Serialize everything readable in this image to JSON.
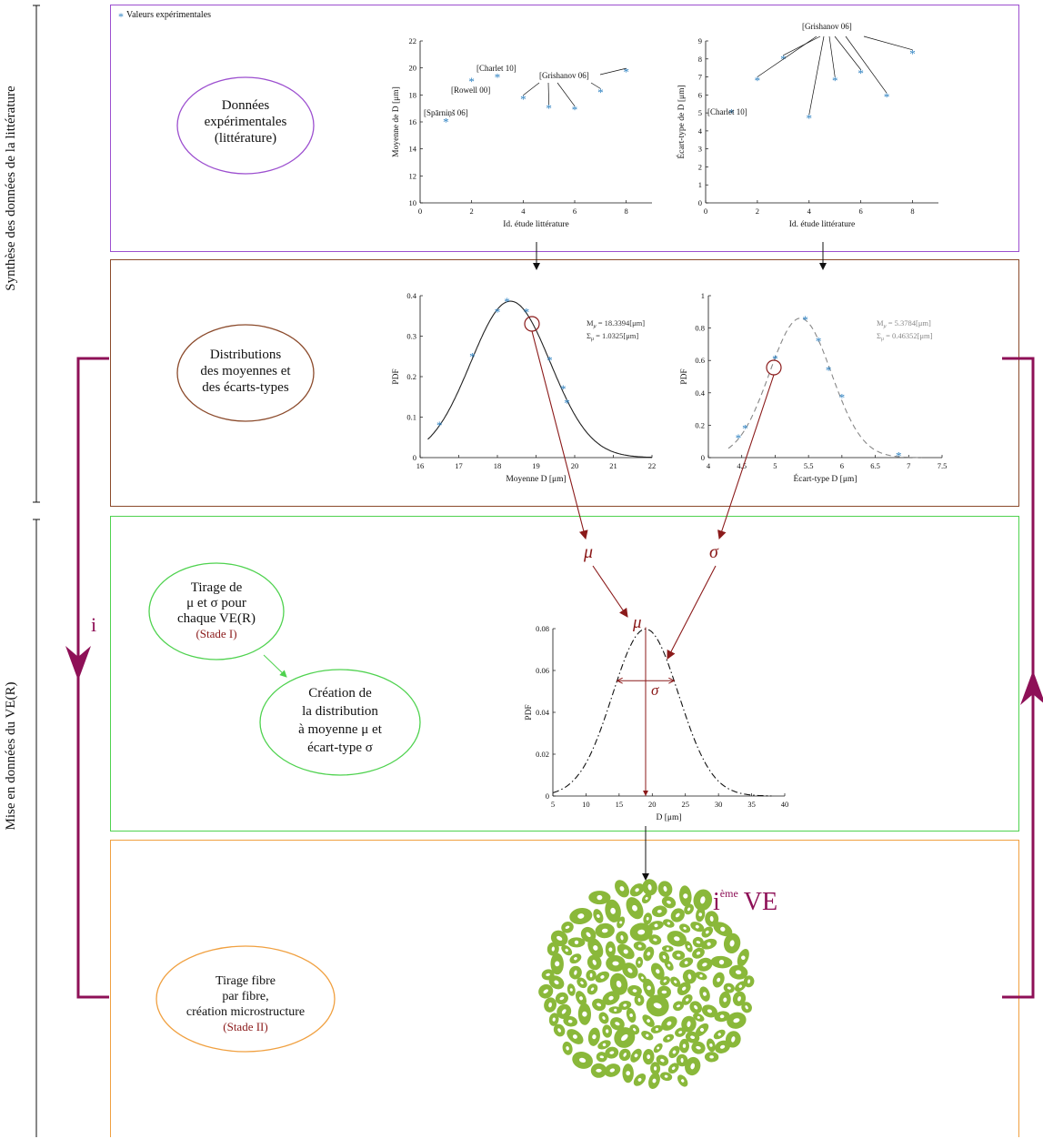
{
  "side_labels": {
    "synthesis": "Synthèse des données de la littérature",
    "setup": "Mise en données du VE(R)"
  },
  "loop_label": "i",
  "ellipses": {
    "exp_data": [
      "Données",
      "expérimentales",
      "(littérature)"
    ],
    "distributions": [
      "Distributions",
      "des moyennes et",
      "des écarts-types"
    ],
    "draw": {
      "lines": [
        "Tirage de",
        "μ et σ pour",
        "chaque VE(R)"
      ],
      "stage": "(Stade I)"
    },
    "creation": [
      "Création de",
      "la distribution",
      "à moyenne μ et",
      "écart-type σ"
    ],
    "fiber": {
      "lines": [
        "Tirage fibre",
        "par fibre,",
        "création microstructure"
      ],
      "stage": "(Stade II)"
    }
  },
  "legend": {
    "marker": "*",
    "label": "Valeurs expérimentales"
  },
  "mu_label": "μ",
  "sigma_label": "σ",
  "ve_label": {
    "base": "i",
    "sup": "ème",
    "tail": "VE"
  },
  "colors": {
    "purple": "#9c4fcf",
    "brown": "#8b4a2b",
    "green": "#4fd24f",
    "orange": "#f0a040",
    "maroon": "#8b1a1a",
    "magenta": "#8e1057",
    "blue": "#2a7fc0",
    "fiber": "#8ab83a"
  },
  "chart_data": [
    {
      "type": "scatter",
      "title": "",
      "xlabel": "Id. étude littérature",
      "ylabel": "Moyenne de D [μm]",
      "xlim": [
        0,
        9
      ],
      "ylim": [
        10,
        22
      ],
      "xticks": [
        0,
        2,
        4,
        6,
        8
      ],
      "yticks": [
        10,
        12,
        14,
        16,
        18,
        20,
        22
      ],
      "x": [
        1,
        2,
        3,
        4,
        5,
        6,
        7,
        8
      ],
      "y": [
        16.0,
        19.0,
        19.3,
        17.7,
        17.0,
        16.9,
        18.2,
        19.7
      ],
      "annotations": [
        "[Spārniņš 06]",
        "[Rowell 00]",
        "[Charlet 10]",
        "[Grishanov 06]"
      ]
    },
    {
      "type": "scatter",
      "title": "",
      "xlabel": "Id. étude littérature",
      "ylabel": "Écart-type de D [μm]",
      "xlim": [
        0,
        9
      ],
      "ylim": [
        0,
        9
      ],
      "xticks": [
        0,
        2,
        4,
        6,
        8
      ],
      "yticks": [
        0,
        1,
        2,
        3,
        4,
        5,
        6,
        7,
        8,
        9
      ],
      "x": [
        1,
        2,
        3,
        4,
        5,
        6,
        7,
        8
      ],
      "y": [
        5.0,
        6.8,
        8.0,
        4.7,
        6.8,
        7.2,
        5.9,
        8.3
      ],
      "annotations": [
        "[Charlet 10]",
        "[Grishanov 06]"
      ]
    },
    {
      "type": "line",
      "title": "",
      "xlabel": "Moyenne D [μm]",
      "ylabel": "PDF",
      "xlim": [
        16,
        22
      ],
      "ylim": [
        0,
        0.4
      ],
      "xticks": [
        16,
        17,
        18,
        19,
        20,
        21,
        22
      ],
      "yticks": [
        0,
        0.1,
        0.2,
        0.3,
        0.4
      ],
      "fit": {
        "mean": 18.3394,
        "sd": 1.0325
      },
      "points_x": [
        16.5,
        17.35,
        18.0,
        18.25,
        18.75,
        19.35,
        19.7,
        19.8
      ],
      "points_y": [
        0.08,
        0.25,
        0.36,
        0.385,
        0.36,
        0.24,
        0.17,
        0.135
      ],
      "annotations": [
        "M",
        "= 18.3394[μm]",
        "Σ",
        "= 1.0325[μm]"
      ]
    },
    {
      "type": "line",
      "title": "",
      "xlabel": "Écart-type D [μm]",
      "ylabel": "PDF",
      "xlim": [
        4,
        7.5
      ],
      "ylim": [
        0,
        1
      ],
      "xticks": [
        4,
        4.5,
        5,
        5.5,
        6,
        6.5,
        7,
        7.5
      ],
      "yticks": [
        0,
        0.2,
        0.4,
        0.6,
        0.8,
        1
      ],
      "fit": {
        "mean": 5.3784,
        "sd": 0.46352
      },
      "points_x": [
        4.45,
        4.55,
        5.0,
        5.45,
        5.65,
        5.8,
        6.0,
        6.85
      ],
      "points_y": [
        0.12,
        0.18,
        0.61,
        0.85,
        0.72,
        0.54,
        0.37,
        0.01
      ],
      "annotations": [
        "M",
        "= 5.3784[μm]",
        "Σ",
        "= 0.46352[μm]"
      ]
    },
    {
      "type": "line",
      "title": "",
      "xlabel": "D [μm]",
      "ylabel": "PDF",
      "xlim": [
        5,
        40
      ],
      "ylim": [
        0,
        0.08
      ],
      "xticks": [
        5,
        10,
        15,
        20,
        25,
        30,
        35,
        40
      ],
      "yticks": [
        0,
        0.02,
        0.04,
        0.06,
        0.08
      ],
      "fit": {
        "mean": 19,
        "sd": 5
      }
    }
  ]
}
